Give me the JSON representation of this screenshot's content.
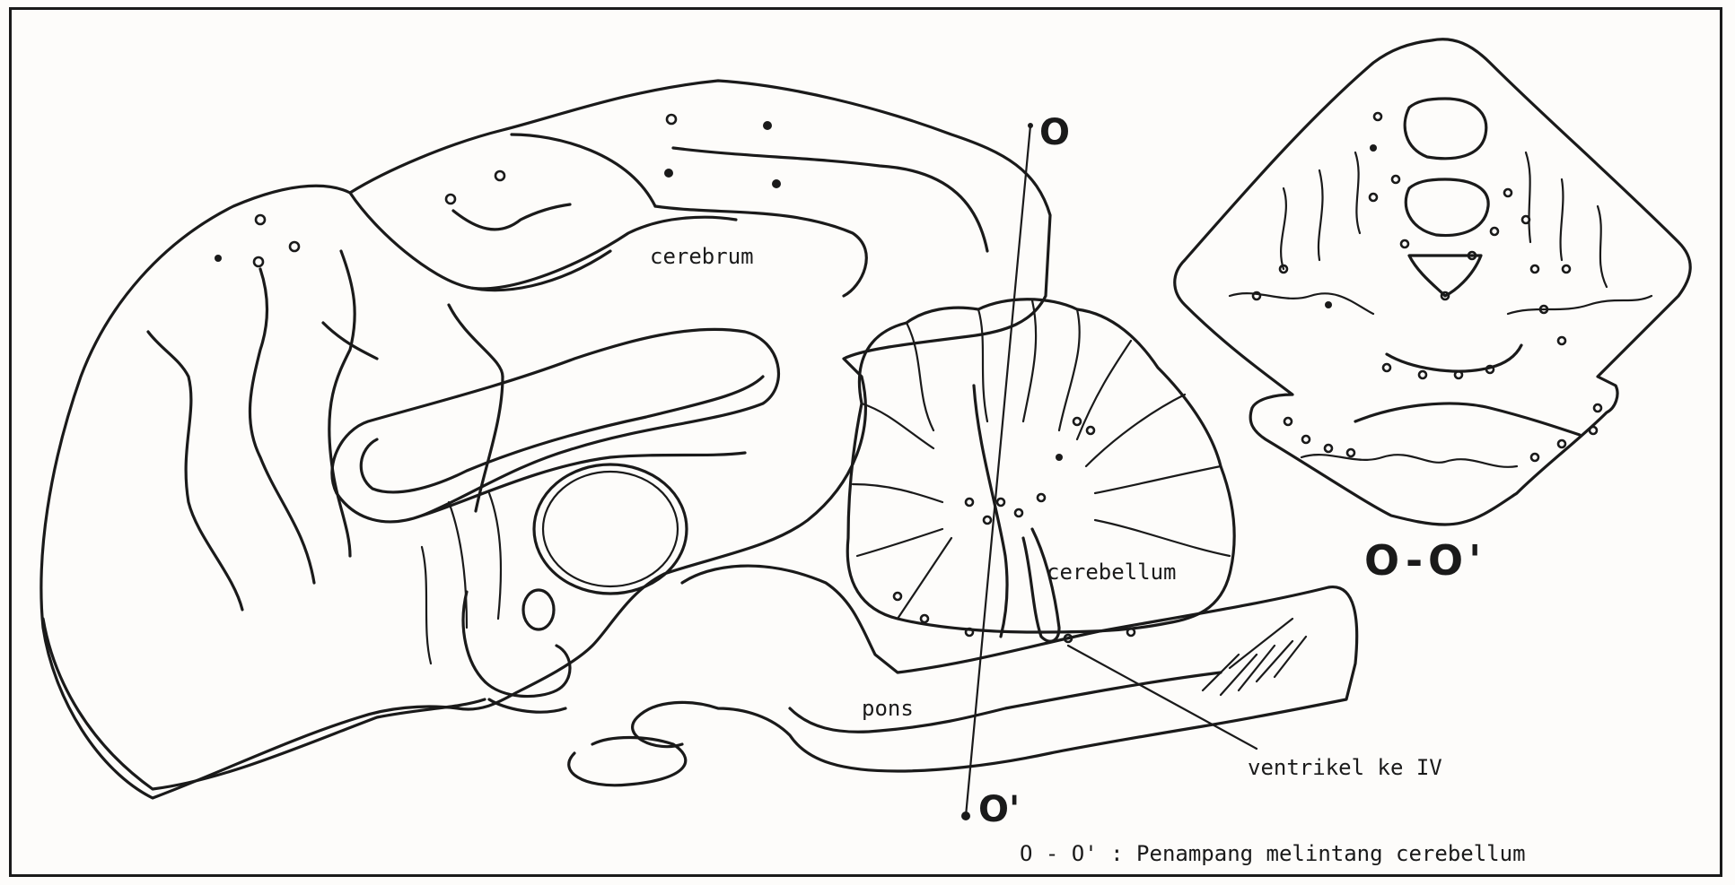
{
  "labels": {
    "cerebrum": "cerebrum",
    "cerebellum": "cerebellum",
    "pons": "pons",
    "ventricle": "ventrikel ke IV",
    "point_o": "O",
    "point_o_prime": "O'",
    "section_title": "O-O'",
    "caption": "O - O' : Penampang melintang cerebellum"
  },
  "colors": {
    "ink": "#1a1a1a",
    "paper": "#fdfcfa"
  }
}
